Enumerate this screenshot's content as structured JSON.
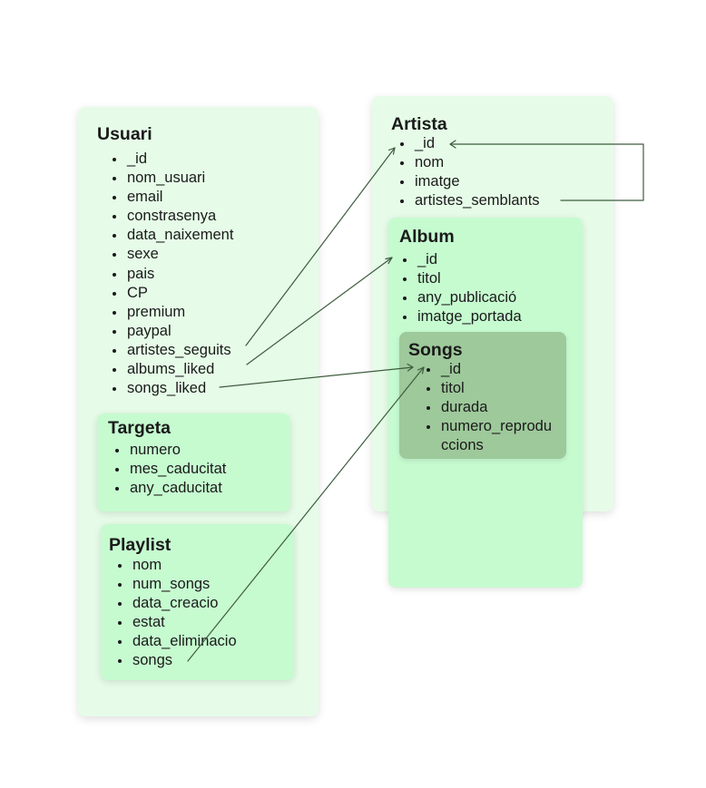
{
  "entities": {
    "usuari": {
      "title": "Usuari",
      "fields": [
        "_id",
        "nom_usuari",
        "email",
        "constrasenya",
        "data_naixement",
        "sexe",
        "pais",
        "CP",
        "premium",
        "paypal",
        "artistes_seguits",
        "albums_liked",
        "songs_liked"
      ]
    },
    "targeta": {
      "title": "Targeta",
      "fields": [
        "numero",
        "mes_caducitat",
        "any_caducitat"
      ]
    },
    "playlist": {
      "title": "Playlist",
      "fields": [
        "nom",
        "num_songs",
        "data_creacio",
        "estat",
        "data_eliminacio",
        "songs"
      ]
    },
    "artista": {
      "title": "Artista",
      "fields": [
        "_id",
        "nom",
        "imatge",
        "artistes_semblants"
      ]
    },
    "album": {
      "title": "Album",
      "fields": [
        "_id",
        "titol",
        "any_publicació",
        "imatge_portada"
      ]
    },
    "songs": {
      "title": "Songs",
      "fields": [
        "_id",
        "titol",
        "durada",
        "numero_reproduccions"
      ]
    }
  },
  "relations": [
    {
      "from": "usuari.artistes_seguits",
      "to": "artista._id"
    },
    {
      "from": "usuari.albums_liked",
      "to": "album._id"
    },
    {
      "from": "usuari.songs_liked",
      "to": "songs._id"
    },
    {
      "from": "playlist.songs",
      "to": "songs._id"
    },
    {
      "from": "artista.artistes_semblants",
      "to": "artista._id"
    }
  ],
  "colors": {
    "outer_box": "#e6fce8",
    "inner_box": "#c6fbd0",
    "songs_box": "#9ec99b",
    "arrow": "#3e5c3e"
  }
}
